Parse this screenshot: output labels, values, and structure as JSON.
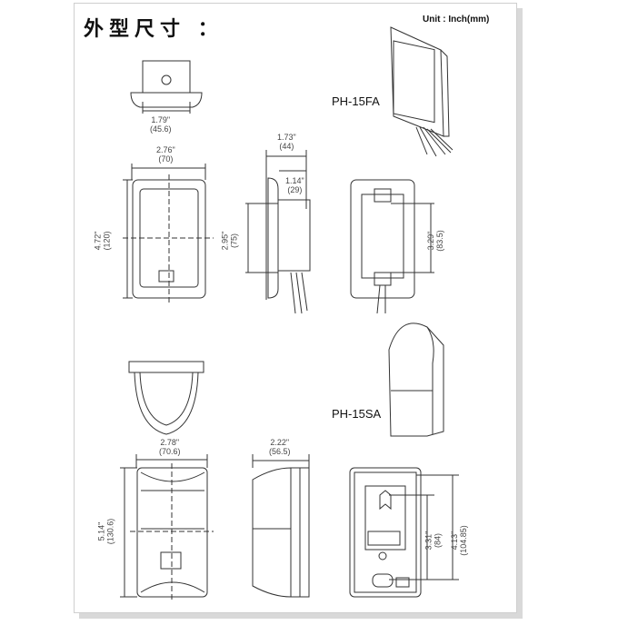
{
  "title": "外型尺寸 ：",
  "unit": "Unit : Inch(mm)",
  "models": {
    "fa": "PH-15FA",
    "sa": "PH-15SA"
  },
  "dims": {
    "fa_top_w": [
      "1.79\"",
      "(45.6)"
    ],
    "fa_front_w": [
      "2.76\"",
      "(70)"
    ],
    "fa_front_h": [
      "4.72\"",
      "(120)"
    ],
    "fa_side_d": [
      "1.73\"",
      "(44)"
    ],
    "fa_side_d2": [
      "1.14\"",
      "(29)"
    ],
    "fa_side_h": [
      "2.95\"",
      "(75)"
    ],
    "fa_back_h": [
      "3.29\"",
      "(83.5)"
    ],
    "sa_front_w": [
      "2.78\"",
      "(70.6)"
    ],
    "sa_front_h": [
      "5.14\"",
      "(130.6)"
    ],
    "sa_side_d": [
      "2.22\"",
      "(56.5)"
    ],
    "sa_back_h1": [
      "3.31\"",
      "(84)"
    ],
    "sa_back_h2": [
      "4.13\"",
      "(104.85)"
    ]
  }
}
